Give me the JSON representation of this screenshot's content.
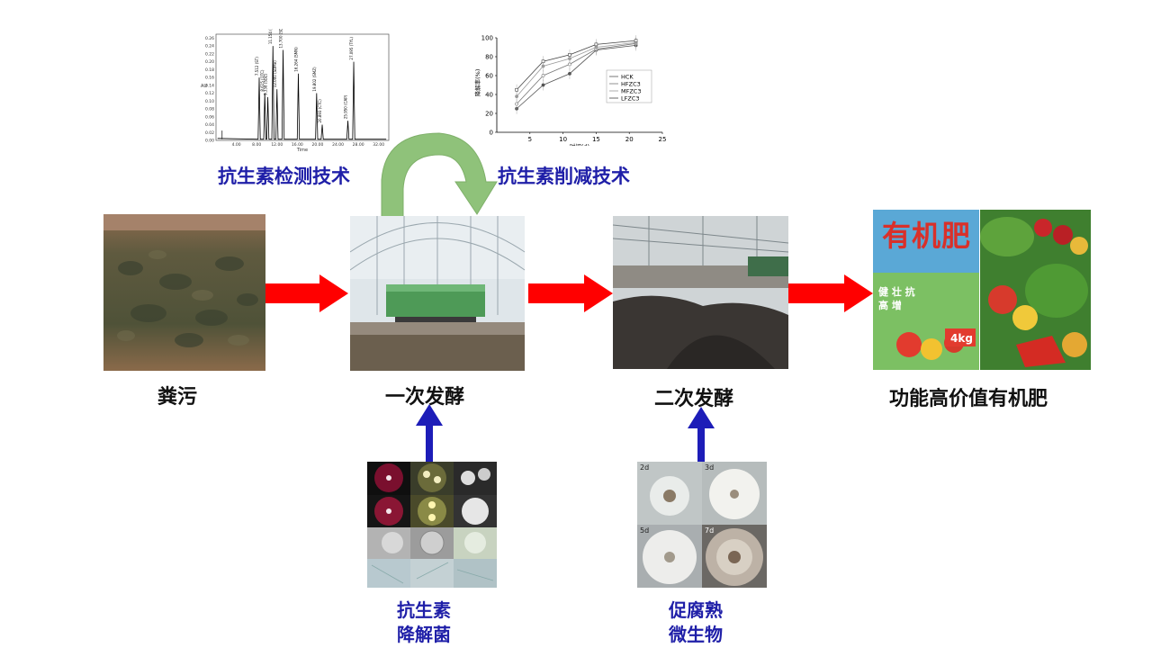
{
  "captions": {
    "manure": "粪污",
    "primary": "一次发酵",
    "secondary": "二次发酵",
    "fertilizer": "功能高价值有机肥"
  },
  "techniques": {
    "detection": "抗生素检测技术",
    "reduction": "抗生素削减技术"
  },
  "microbes": {
    "degrading_line1": "抗生素",
    "degrading_line2": "降解菌",
    "maturing_line1": "促腐熟",
    "maturing_line2": "微生物"
  },
  "fertilizer_bag": {
    "title": "有机肥",
    "weight": "4kg",
    "side_text": "健 壮 抗 高 增"
  },
  "fungi_labels": [
    "2d",
    "3d",
    "5d",
    "7d"
  ],
  "chromatogram": {
    "ylabel": "AU",
    "xlabel": "Time",
    "y_ticks": [
      "0.26",
      "0.24",
      "0.22",
      "0.20",
      "0.18",
      "0.16",
      "0.14",
      "0.12",
      "0.10",
      "0.08",
      "0.06",
      "0.04",
      "0.02",
      "0.00"
    ],
    "x_ticks": [
      "4.00",
      "8.00",
      "12.00",
      "16.00",
      "20.00",
      "24.00",
      "28.00",
      "32.00"
    ],
    "peaks": [
      {
        "t": 8.5,
        "h": 0.16,
        "label": "7.512 (ST)"
      },
      {
        "t": 9.6,
        "h": 0.12,
        "label": "8.615 (OTC)"
      },
      {
        "t": 10.2,
        "h": 0.11,
        "label": "9.338 (SDZ)"
      },
      {
        "t": 11.2,
        "h": 0.24,
        "label": "11.154 (CIP)"
      },
      {
        "t": 12.0,
        "h": 0.13,
        "label": "12.000 (SDMe)"
      },
      {
        "t": 13.2,
        "h": 0.23,
        "label": "13.700 (SDM)"
      },
      {
        "t": 16.2,
        "h": 0.17,
        "label": "16.264 (SMN)"
      },
      {
        "t": 19.8,
        "h": 0.12,
        "label": "19.802 (SMZ)"
      },
      {
        "t": 20.9,
        "h": 0.04,
        "label": "20.893 (CTC)"
      },
      {
        "t": 25.95,
        "h": 0.05,
        "label": "25.950 (CAP)"
      },
      {
        "t": 27.1,
        "h": 0.2,
        "label": "27.095 (TYL)"
      }
    ]
  },
  "chart_data": {
    "type": "line",
    "xlabel": "时间(d)",
    "ylabel": "降解率(%)",
    "x": [
      3,
      7,
      11,
      15,
      21
    ],
    "xlim": [
      0,
      25
    ],
    "ylim": [
      0,
      100
    ],
    "x_ticks": [
      5,
      10,
      15,
      20,
      25
    ],
    "y_ticks": [
      0,
      20,
      40,
      60,
      80,
      100
    ],
    "legend_position": "right",
    "series": [
      {
        "name": "HCK",
        "values": [
          25,
          50,
          62,
          87,
          92
        ]
      },
      {
        "name": "HFZC3",
        "values": [
          30,
          60,
          72,
          88,
          94
        ]
      },
      {
        "name": "MFZC3",
        "values": [
          38,
          70,
          78,
          90,
          95
        ]
      },
      {
        "name": "LFZC3",
        "values": [
          45,
          75,
          82,
          93,
          97
        ]
      }
    ]
  }
}
